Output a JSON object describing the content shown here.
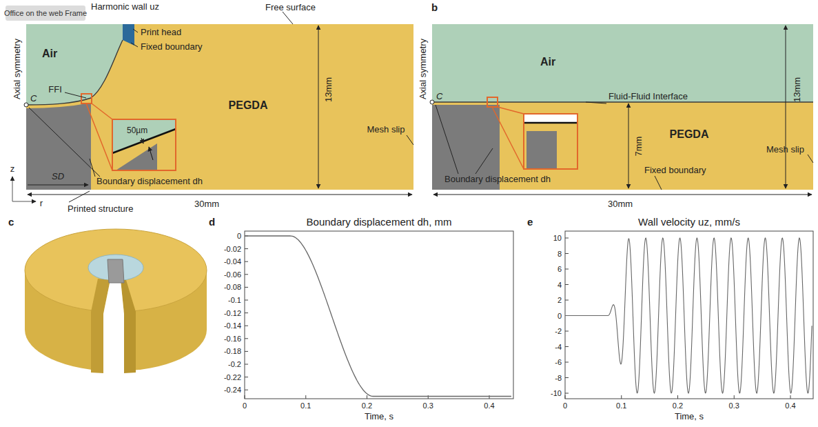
{
  "diagram": {
    "labels": [
      "Office on the web Frame",
      "Harmonic wall uz",
      "Print head",
      "Fixed boundary",
      "Free surface",
      "Air",
      "FFI",
      "C",
      "50µm",
      "PEGDA",
      "13mm",
      "Mesh slip",
      "Axial symmetry",
      "z",
      "r",
      "SD",
      "Boundary displacement dh",
      "Printed structure",
      "30mm",
      "b",
      "Air",
      "Axial symmetry",
      "C",
      "Fluid-Fluid Interface",
      "13mm",
      "PEGDA",
      "7mm",
      "Mesh slip",
      "Boundary displacement dh",
      "Fixed boundary",
      "30mm",
      "c",
      "d",
      "Boundary displacement dh, mm",
      "0",
      "-0.02",
      "-0.04",
      "-0.06",
      "-0.08",
      "-0.1",
      "-0.12",
      "-0.14",
      "-0.16",
      "-0.18",
      "-0.2",
      "-0.22",
      "-0.24",
      "0",
      "0.1",
      "0.2",
      "0.3",
      "0.4",
      "Time, s",
      "e",
      "Wall velocity uz, mm/s",
      "10",
      "8",
      "6",
      "4",
      "2",
      "0",
      "-2",
      "-4",
      "-6",
      "-8",
      "-10",
      "0",
      "0.1",
      "0.2",
      "0.3",
      "0.4",
      "Time, s"
    ]
  }
}
